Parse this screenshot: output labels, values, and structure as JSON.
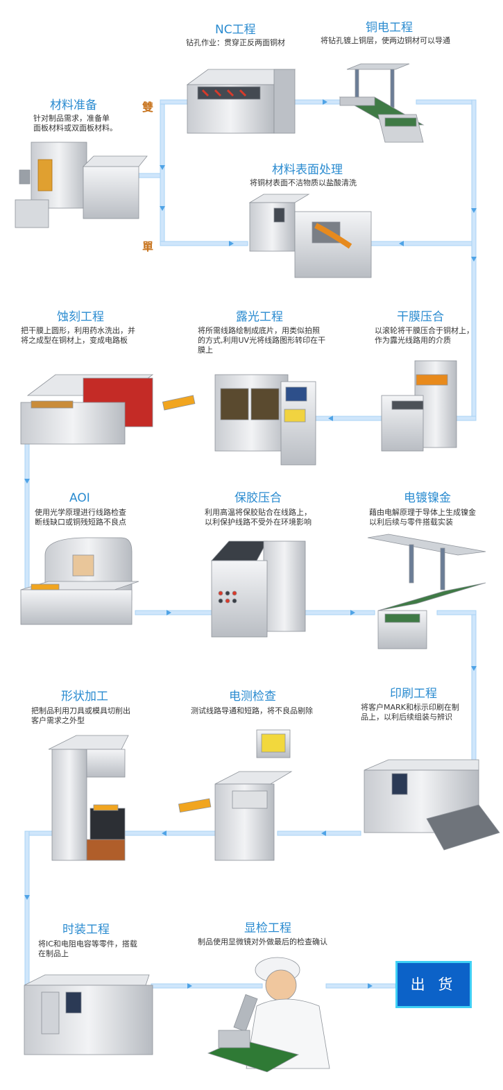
{
  "labels": {
    "double": "雙",
    "single": "單"
  },
  "steps": {
    "material_prep": {
      "title": "材料准备",
      "desc1": "针对制品需求，准备单",
      "desc2": "面板材料或双面板材料。"
    },
    "nc": {
      "title": "NC工程",
      "desc1": "钻孔作业：贯穿正反两面铜材"
    },
    "copper_plating": {
      "title": "铜电工程",
      "desc1": "将钻孔镀上铜层，使两边铜材可以导通"
    },
    "surface_treatment": {
      "title": "材料表面处理",
      "desc1": "将铜材表面不洁物质以盐酸清洗"
    },
    "etching": {
      "title": "蚀刻工程",
      "desc1": "把干膜上圆形，利用药水洗出，并",
      "desc2": "将之成型在铜材上，变成电路板"
    },
    "exposure": {
      "title": "露光工程",
      "desc1": "将所需线路绘制成底片，用类似拍照",
      "desc2": "的方式,利用UV光将线路图形转印在干",
      "desc3": "膜上"
    },
    "dry_film": {
      "title": "干膜压合",
      "desc1": "以滚轮将干膜压合于铜材上，",
      "desc2": "作为露光线路用的介质"
    },
    "aoi": {
      "title": "AOI",
      "desc1": "使用光学原理进行线路检查",
      "desc2": "断线缺口或铜残短路不良点"
    },
    "coverlay": {
      "title": "保胶压合",
      "desc1": "利用高温将保胶贴合在线路上，",
      "desc2": "以利保护线路不受外在环境影响"
    },
    "ni_gold": {
      "title": "电镀镍金",
      "desc1": "藉由电解原理于导体上生成镍金",
      "desc2": "以利后续与零件搭载实装"
    },
    "shaping": {
      "title": "形状加工",
      "desc1": "把制品利用刀具或模具切削出",
      "desc2": "客户需求之外型"
    },
    "electrical_test": {
      "title": "电测检查",
      "desc1": "测试线路导通和短路，将不良品剔除"
    },
    "printing": {
      "title": "印刷工程",
      "desc1": "将客户MARK和标示印刷在制",
      "desc2": "品上，以利后续组装与辨识"
    },
    "smt": {
      "title": "时装工程",
      "desc1": "将IC和电阻电容等零件，搭载",
      "desc2": "在制品上"
    },
    "microscope": {
      "title": "显检工程",
      "desc1": "制品使用显微镜对外做最后的检查确认"
    }
  },
  "ship_button": {
    "label": "出 货"
  },
  "colors": {
    "title": "#2a8bd0",
    "flow": "#cfe6fb",
    "flow_edge": "#a9d3f5",
    "arrow": "#4fa3e6",
    "accent": "#c8741e",
    "ship_bg": "#0c62c8",
    "ship_border": "#3fd0f5"
  }
}
